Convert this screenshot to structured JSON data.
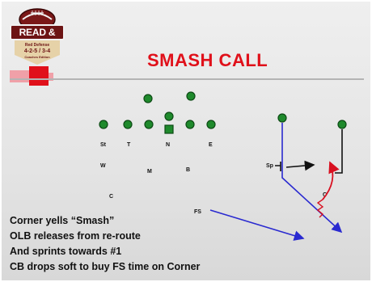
{
  "logo": {
    "helmet_text": "",
    "title": "READ & REACT",
    "sub_top": "Red Defense",
    "sub_main": "4-2-5 / 3-4",
    "sub_bottom": "Coaches Edition"
  },
  "slide": {
    "title": "SMASH CALL"
  },
  "labels": {
    "st": "St",
    "t": "T",
    "n": "N",
    "e": "E",
    "w": "W",
    "m": "M",
    "b": "B",
    "c": "C",
    "fs": "FS",
    "sp": "Sp",
    "c_route": "C"
  },
  "notes": [
    "Corner yells “Smash”",
    "OLB releases from re-route",
    "And sprints towards #1",
    "CB drops soft to buy FS time on Corner"
  ],
  "colors": {
    "title_red": "#e0101a",
    "player_green": "#1f8a2c",
    "route_blue": "#2a2ad0",
    "coverage_red": "#d81020"
  }
}
